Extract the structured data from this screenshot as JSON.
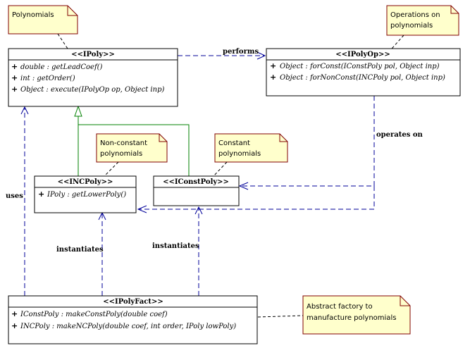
{
  "classes": {
    "ipoly": {
      "title": "<<IPoly>>",
      "members": [
        "double : getLeadCoef()",
        "int : getOrder()",
        "Object : execute(IPolyOp op, Object inp)"
      ]
    },
    "ipolyop": {
      "title": "<<IPolyOp>>",
      "members": [
        "Object : forConst(IConstPoly pol, Object inp)",
        "Object : forNonConst(INCPoly pol, Object inp)"
      ]
    },
    "incpoly": {
      "title": "<<INCPoly>>",
      "members": [
        "IPoly : getLowerPoly()"
      ]
    },
    "iconstpoly": {
      "title": "<<IConstPoly>>",
      "members": []
    },
    "ipolyfact": {
      "title": "<<IPolyFact>>",
      "members": [
        "IConstPoly : makeConstPoly(double coef)",
        "INCPoly : makeNCPoly(double coef, int order, IPoly lowPoly)"
      ]
    }
  },
  "notes": {
    "polynomials": [
      "Polynomials"
    ],
    "operations": [
      "Operations on",
      "polynomials"
    ],
    "nonconstant": [
      "Non-constant",
      "polynomials"
    ],
    "constant": [
      "Constant",
      "polynomials"
    ],
    "factory": [
      "Abstract factory to",
      "manufacture polynomials"
    ]
  },
  "labels": {
    "performs": "performs",
    "operates_on": "operates on",
    "uses": "uses",
    "instantiates_nc": "instantiates",
    "instantiates_c": "instantiates"
  },
  "colors": {
    "note_fill": "#ffffcc",
    "note_border": "#800000",
    "dependency": "#000099",
    "generalization": "#008000",
    "box_border": "#000000"
  }
}
